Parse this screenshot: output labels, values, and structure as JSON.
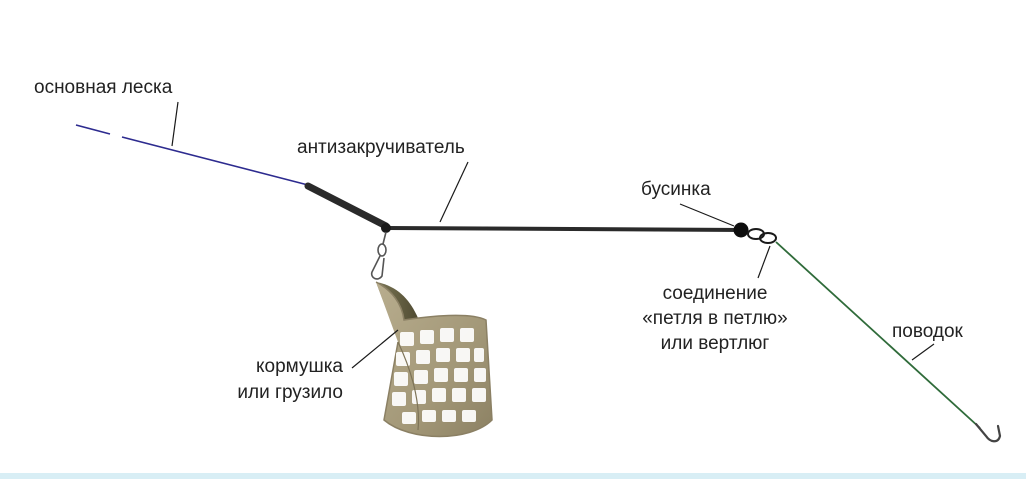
{
  "labels": {
    "main_line": "основная леска",
    "anti_tangle": "антизакручиватель",
    "bead": "бусинка",
    "connection_1": "соединение",
    "connection_2": "«петля в петлю»",
    "connection_3": "или вертлюг",
    "leader": "поводок",
    "feeder_1": "кормушка",
    "feeder_2": "или грузило"
  },
  "colors": {
    "main_line": "#2d2b8f",
    "anti_tangle": "#2a2a2a",
    "leader": "#2f6b3a",
    "feeder": "#a59a7c",
    "feeder_dark": "#6f6a4e",
    "bead": "#0d0d0d",
    "hook": "#444444"
  }
}
